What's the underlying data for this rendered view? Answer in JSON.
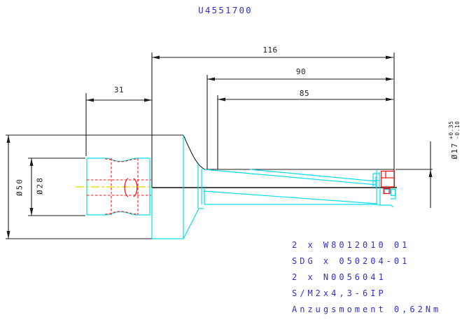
{
  "title": "U4551700",
  "dimensions": {
    "overall_length": "116",
    "shank_to_tip_length": "90",
    "flute_length": "85",
    "bore_depth": "31",
    "body_diameter": "Ø50",
    "bore_diameter": "Ø28",
    "tip_diameter": "Ø17",
    "tip_tolerance_plus": "+0.35",
    "tip_tolerance_minus": "-0.10"
  },
  "notes": [
    "2 x W8012010 01",
    "SDG x 050204-01",
    "2 x N0056041",
    "S/M2x4,3-6IP",
    "Anzugsmoment 0,62Nm"
  ],
  "colors": {
    "annotation_blue": "#3030cc",
    "outline_black": "#1c1c1c",
    "profile_cyan": "#0bdce8",
    "hidden_red": "#f01818",
    "centerline_yellow": "#f2e33c",
    "axis_gray": "#4b4b4b"
  }
}
